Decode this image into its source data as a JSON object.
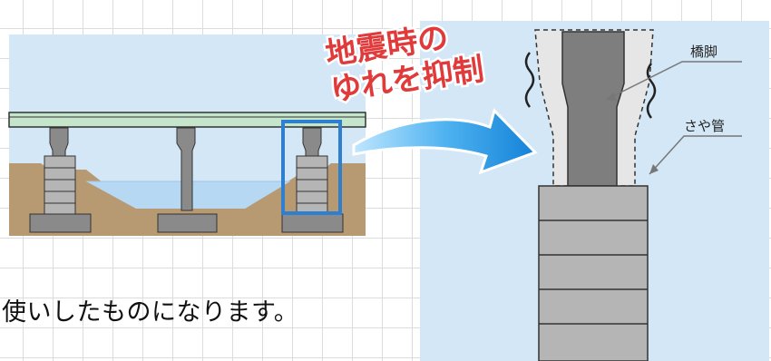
{
  "callout": {
    "line1": "地震時の",
    "line2": "ゆれを抑制"
  },
  "labels": {
    "pier": "橋脚",
    "sleeve": "さや管"
  },
  "caption": "使いしたものになります。",
  "colors": {
    "panel_bg": "#d4e7f6",
    "girder": "#c6e6cc",
    "soil": "#b89a72",
    "water": "#b6d8f2",
    "concrete": "#8a8a8a",
    "highlight_box": "#2f7fd0",
    "callout_text": "#e03a3a",
    "arrow": "#1e90e0"
  },
  "icons": [
    "arrow-right-icon",
    "shake-wave-icon"
  ]
}
